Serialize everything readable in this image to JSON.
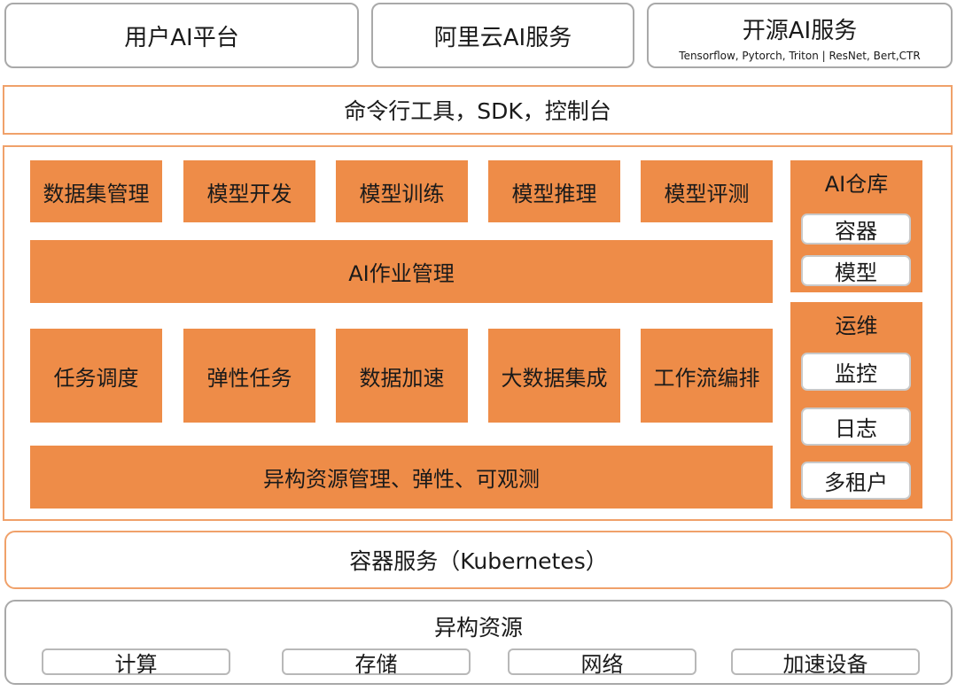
{
  "top": {
    "user_platform": "用户AI平台",
    "aliyun_service": "阿里云AI服务",
    "open_source": {
      "title": "开源AI服务",
      "subtitle": "Tensorflow, Pytorch, Triton | ResNet, Bert,CTR"
    }
  },
  "cli_bar": "命令行工具，SDK，控制台",
  "core": {
    "row1": [
      "数据集管理",
      "模型开发",
      "模型训练",
      "模型推理",
      "模型评测"
    ],
    "job_management": "AI作业管理",
    "row2": [
      "任务调度",
      "弹性任务",
      "数据加速",
      "大数据集成",
      "工作流编排"
    ],
    "resource_management": "异构资源管理、弹性、可观测",
    "ai_repo": {
      "title": "AI仓库",
      "items": [
        "容器",
        "模型"
      ]
    },
    "ops": {
      "title": "运维",
      "items": [
        "监控",
        "日志",
        "多租户"
      ]
    }
  },
  "container_service": "容器服务（Kubernetes）",
  "hetero": {
    "title": "异构资源",
    "items": [
      "计算",
      "存储",
      "网络",
      "加速设备"
    ]
  },
  "colors": {
    "orange_fill": "#ee8c48",
    "orange_border": "#f0a16a",
    "gray_border": "#a9a9a9"
  }
}
